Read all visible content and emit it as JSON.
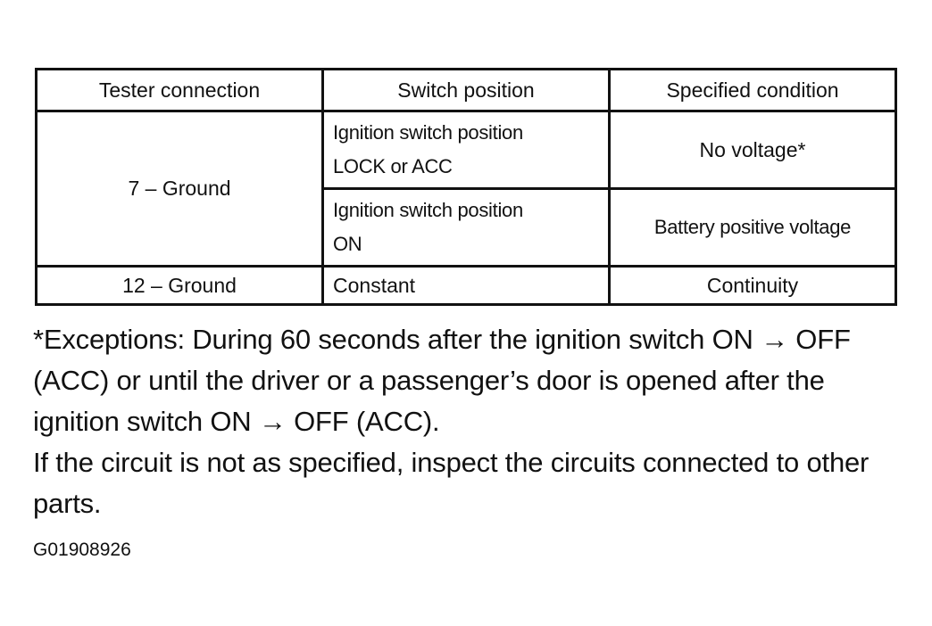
{
  "table": {
    "headers": [
      "Tester connection",
      "Switch position",
      "Specified  condition"
    ],
    "rows": [
      {
        "tester": "7 – Ground",
        "switch_line1": "Ignition switch position",
        "switch_line2": "LOCK or ACC",
        "condition": "No voltage*"
      },
      {
        "switch_line1": "Ignition switch position",
        "switch_line2": "ON",
        "condition": "Battery positive voltage"
      },
      {
        "tester": "12 – Ground",
        "switch": "Constant",
        "condition": "Continuity"
      }
    ]
  },
  "notes": {
    "exceptions": "*Exceptions: During 60 seconds after the ignition switch ON → OFF (ACC) or until the driver or a passenger’s door is opened after the ignition switch ON → OFF (ACC).",
    "instruction": "If the circuit is not as specified, inspect the circuits connected to other parts."
  },
  "figure_id": "G01908926"
}
